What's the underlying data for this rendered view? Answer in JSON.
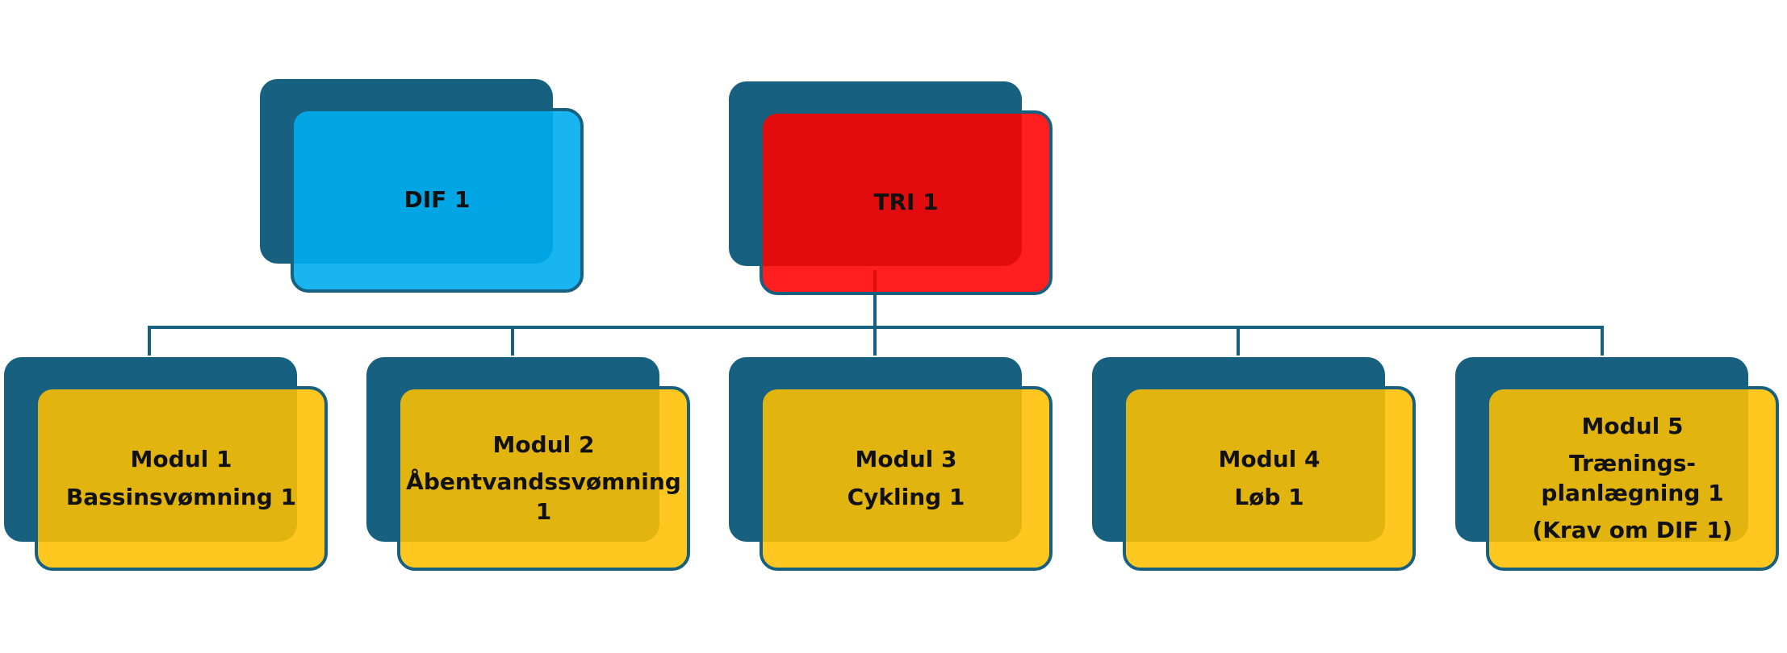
{
  "top_nodes": [
    {
      "id": "dif1",
      "label": "DIF 1",
      "color": "#00ADEF"
    },
    {
      "id": "tri1",
      "label": "TRI 1",
      "color": "#FF0000"
    }
  ],
  "modules": [
    {
      "id": "modul1",
      "lines": [
        "Modul 1",
        "Bassinsvømning 1"
      ]
    },
    {
      "id": "modul2",
      "lines": [
        "Modul 2",
        "Åbentvandssvømning 1"
      ]
    },
    {
      "id": "modul3",
      "lines": [
        "Modul 3",
        "Cykling 1"
      ]
    },
    {
      "id": "modul4",
      "lines": [
        "Modul 4",
        "Løb 1"
      ]
    },
    {
      "id": "modul5",
      "lines": [
        "Modul 5",
        "Trænings-planlægning 1",
        "(Krav om DIF 1)"
      ]
    }
  ],
  "colors": {
    "shadow": "#17607F",
    "module_fill": "#FFBF00",
    "connector": "#17607F"
  }
}
